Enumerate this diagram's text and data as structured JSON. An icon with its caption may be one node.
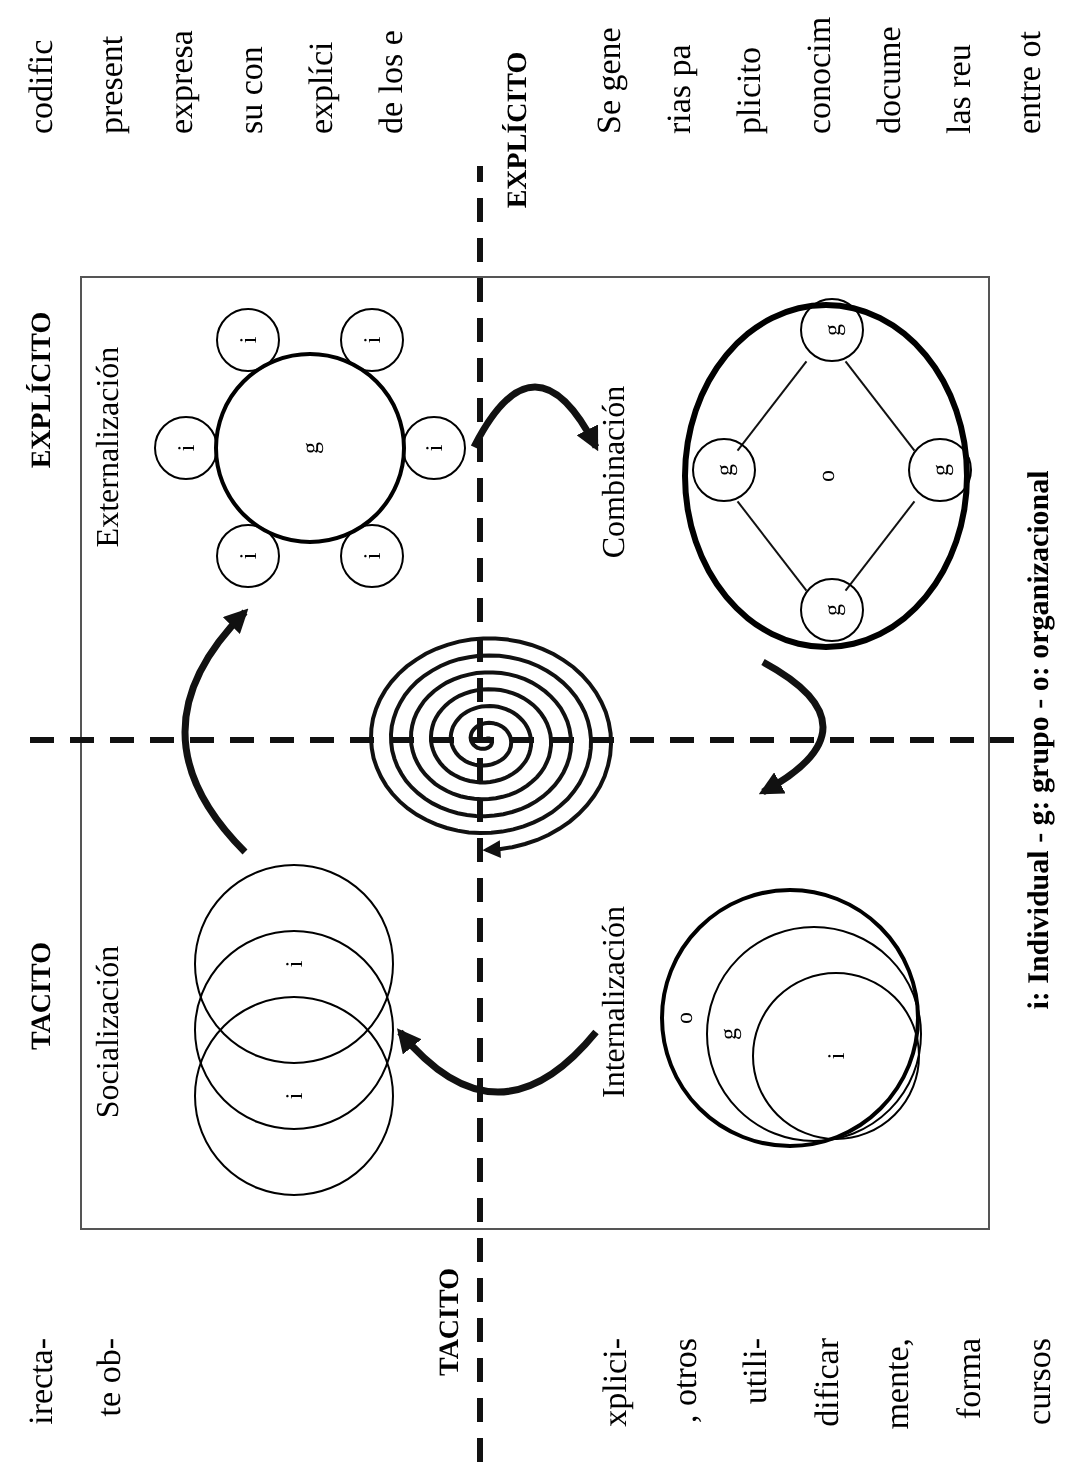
{
  "diagram": {
    "caption": "i: Individual - g: grupo - o: organizacional",
    "nodes": [
      {
        "text": [
          "Socialización"
        ]
      },
      {
        "text": [
          "i"
        ],
        "in": 0
      },
      {
        "text": [],
        "shape": "circle",
        "in": 0
      },
      {
        "text": [
          "i"
        ],
        "in": 0
      },
      {
        "text": [
          "Externalización"
        ]
      },
      {
        "text": [
          "g"
        ],
        "in": 4
      },
      {
        "text": [
          "i"
        ],
        "in": 4
      },
      {
        "text": [
          "i"
        ],
        "in": 4
      },
      {
        "text": [
          "i"
        ],
        "in": 4
      },
      {
        "text": [
          "i"
        ],
        "in": 4
      },
      {
        "text": [
          "i"
        ],
        "in": 4
      },
      {
        "text": [
          "i"
        ],
        "in": 4
      },
      {
        "text": [
          "Internalización"
        ]
      },
      {
        "text": [
          "o"
        ],
        "in": 12
      },
      {
        "text": [
          "g"
        ],
        "in": 13
      },
      {
        "text": [
          "i"
        ],
        "in": 14
      },
      {
        "text": [
          "Combinación"
        ]
      },
      {
        "text": [
          "o"
        ],
        "in": 16
      },
      {
        "text": [
          "g"
        ],
        "in": 17
      },
      {
        "text": [
          "g"
        ],
        "in": 17
      },
      {
        "text": [
          "g"
        ],
        "in": 17
      },
      {
        "text": [
          "g"
        ],
        "in": 17
      }
    ],
    "edges": [
      {
        "from": 0,
        "to": 4,
        "arrow": "to",
        "style": "thick"
      },
      {
        "from": 4,
        "to": 16,
        "arrow": "to",
        "style": "thick"
      },
      {
        "from": 16,
        "to": 12,
        "arrow": "to",
        "style": "thick"
      },
      {
        "from": 12,
        "to": 0,
        "arrow": "to",
        "style": "thick"
      },
      {
        "from": 18,
        "to": 20,
        "arrow": "none"
      },
      {
        "from": 20,
        "to": 21,
        "arrow": "none"
      },
      {
        "from": 21,
        "to": 19,
        "arrow": "none"
      },
      {
        "from": 19,
        "to": 18,
        "arrow": "none"
      }
    ],
    "labels": [
      "irecta-",
      "te ob-",
      "TACITO",
      "EXPLÍCITO",
      "codific",
      "present",
      "expresa",
      "su con",
      "explíci",
      "de los e",
      "TACITO",
      "EXPLÍCITO",
      "xplici-",
      ", otros",
      "utili-",
      "dificar",
      "mente,",
      "forma",
      "cursos",
      "Se gene",
      "rias pa",
      "plicito",
      "conocim",
      "docume",
      "las reu",
      "entre ot"
    ]
  }
}
